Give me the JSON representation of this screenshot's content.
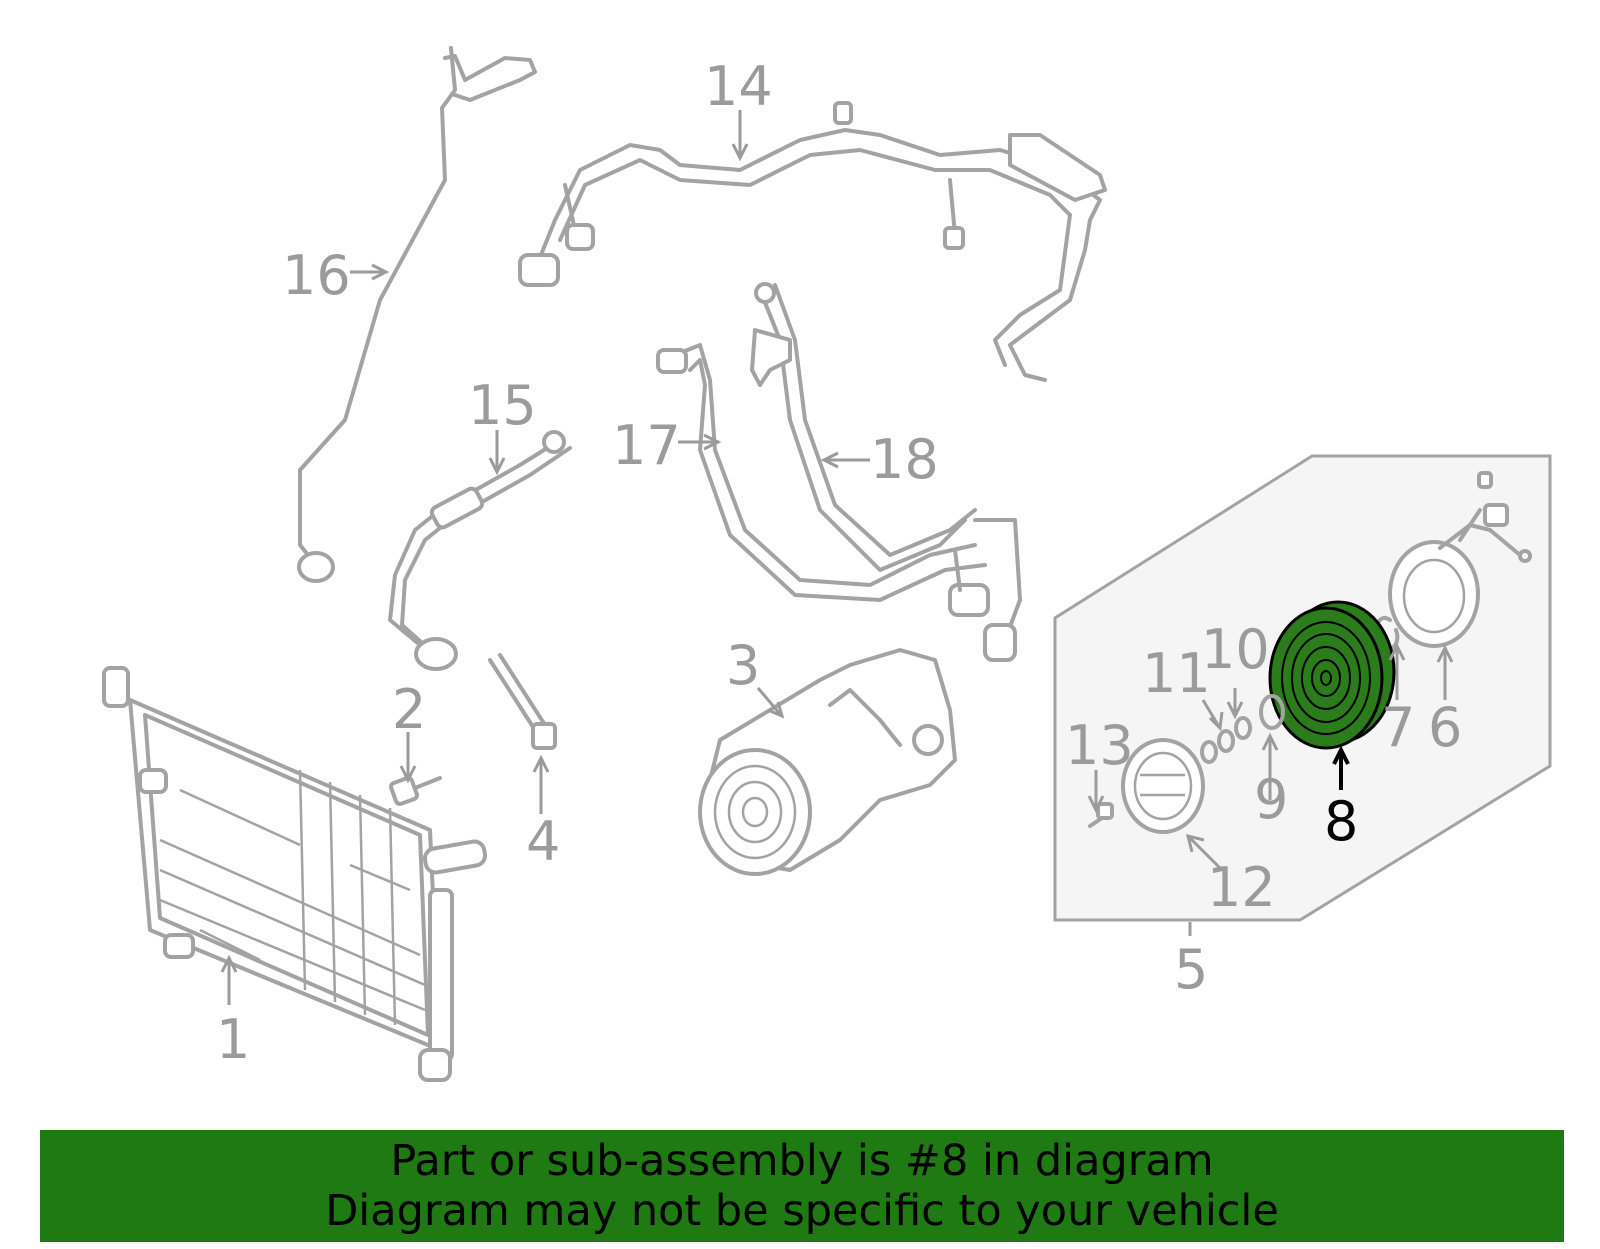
{
  "colors": {
    "highlight_fill": "#2a7d1a",
    "banner_background": "#1f7a13",
    "part_stroke": "#a3a3a3",
    "callout_text": "#9b9b9b",
    "highlight_callout": "#000000",
    "subassembly_box": "#f5f5f5"
  },
  "highlighted_part": "8",
  "callouts": {
    "c1": "1",
    "c2": "2",
    "c3": "3",
    "c4": "4",
    "c5": "5",
    "c6": "6",
    "c7": "7",
    "c8": "8",
    "c9": "9",
    "c10": "10",
    "c11": "11",
    "c12": "12",
    "c13": "13",
    "c14": "14",
    "c15": "15",
    "c16": "16",
    "c17": "17",
    "c18": "18"
  },
  "banner": {
    "line1": "Part or sub-assembly is #8 in diagram",
    "line2": "Diagram may not be specific to your vehicle"
  }
}
